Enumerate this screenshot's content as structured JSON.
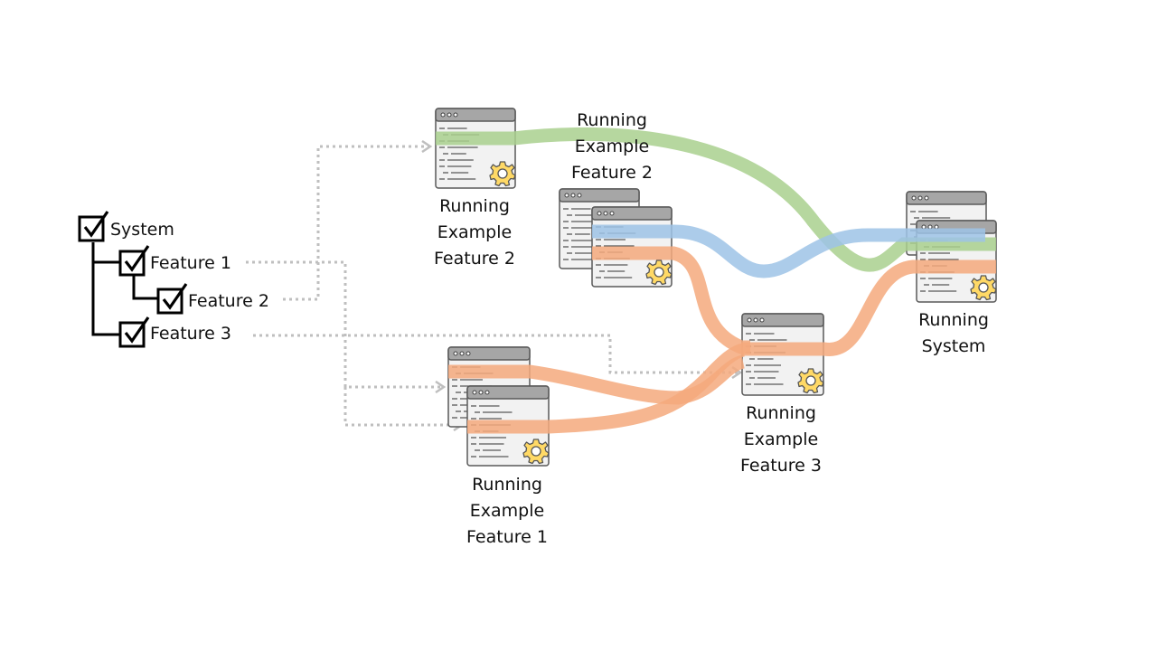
{
  "tree": {
    "root": "System",
    "features": [
      "Feature 1",
      "Feature 2",
      "Feature 3"
    ]
  },
  "labels": {
    "ex_f2_top": [
      "Running",
      "Example",
      "Feature 2"
    ],
    "ex_f2_mid": [
      "Running",
      "Example",
      "Feature 2"
    ],
    "ex_f1": [
      "Running",
      "Example",
      "Feature 1"
    ],
    "ex_f3": [
      "Running",
      "Example",
      "Feature 3"
    ],
    "system": [
      "Running",
      "System"
    ]
  },
  "colors": {
    "feature1": "#f4a97c",
    "feature2": "#a9d08e",
    "feature2_secondary": "#9dc3e6",
    "arrow": "#bfbfbf",
    "gear": "#ffd966",
    "window_bar": "#a6a6a6"
  }
}
